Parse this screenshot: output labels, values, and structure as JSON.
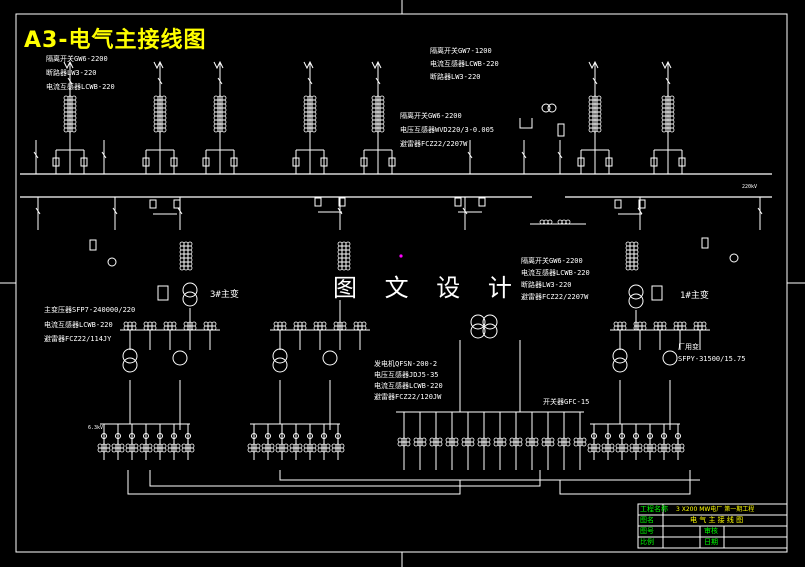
{
  "title": "A3-电气主接线图",
  "watermark": "图 文 设 计",
  "annotations": {
    "left_switchgear": [
      "隔离开关GW6-2200",
      "断路器LW3-220",
      "电流互感器LCWB-220"
    ],
    "top_center_right": [
      "隔离开关GW7-1200",
      "电流互感器LCWB-220",
      "断路器LW3-220"
    ],
    "center_pt": [
      "隔离开关GW6-2200",
      "电压互感器WVD220/3-0.005",
      "避雷器FCZ22/2207W"
    ],
    "right_mid": [
      "隔离开关GW6-2200",
      "电流互感器LCWB-220",
      "断路器LW3-220",
      "避雷器FCZ22/2207W"
    ],
    "left_transformer": [
      "主变压器SFP7-240000/220",
      "电流互感器LCWB-220",
      "避雷器FCZ22/114JY"
    ],
    "bottom_center": [
      "发电机QFSN-200-2",
      "电压互感器JDJ5-35",
      "电流互感器LCWB-220",
      "避雷器FCZ22/120JW"
    ],
    "switchgear_bottom": "开关器GFC-15",
    "plant_transformer": [
      "厂用变",
      "SFPY-31500/15.75"
    ],
    "label_3": "3#主变",
    "label_1": "1#主变",
    "bus_label": "220kV",
    "small_left": "6.3kV"
  },
  "title_block": {
    "row1_label": "工程名称",
    "row1_value": "3 X200 MW电厂 第一期工程",
    "row2_label": "图名",
    "row2_value": "电 气 主 接 线 图",
    "row3_label": "图号",
    "row3_mid": "审核",
    "row4_label": "比例",
    "row4_mid": "日期"
  },
  "colors": {
    "background": "#000000",
    "line": "#ffffff",
    "title": "#ffff00",
    "titleblock_label": "#00ff00",
    "titleblock_value": "#ffff00",
    "marker": "#ff00ff"
  }
}
